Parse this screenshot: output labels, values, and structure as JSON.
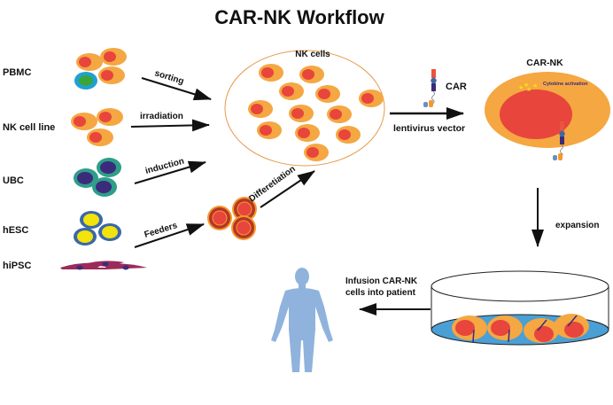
{
  "title": "CAR-NK  Workflow",
  "sources": [
    {
      "label": "PBMC"
    },
    {
      "label": "NK cell line"
    },
    {
      "label": "UBC"
    },
    {
      "label": "hESC"
    },
    {
      "label": "hiPSC"
    }
  ],
  "arrows": {
    "sorting": "sorting",
    "irradiation": "irradiation",
    "induction": "induction",
    "feeders": "Feeders",
    "differentiation": "Differetiation",
    "lentivirus": "lentivirus vector",
    "expansion": "expansion",
    "infusion_line1": "Infusion CAR-NK",
    "infusion_line2": "cells into patient"
  },
  "nk_pool": {
    "label": "NK cells",
    "cell_count": 12
  },
  "car": {
    "label": "CAR"
  },
  "car_nk": {
    "label": "CAR-NK",
    "annotation": "Cytokine activation"
  },
  "colors": {
    "nk_cytoplasm": "#f5a742",
    "nk_nucleus": "#e8453c",
    "pbmc_other_outer": "#1fa0d6",
    "pbmc_other_inner": "#3aa63a",
    "ubc_outer": "#2e9e8a",
    "ubc_inner": "#3a2c7a",
    "hesc_outer": "#3a68a8",
    "hesc_inner": "#f2e30c",
    "hipsc": "#9b2b5a",
    "dish_fluid": "#4a9fd4",
    "human": "#8fb3dc",
    "pool_border": "#e79a4a"
  }
}
